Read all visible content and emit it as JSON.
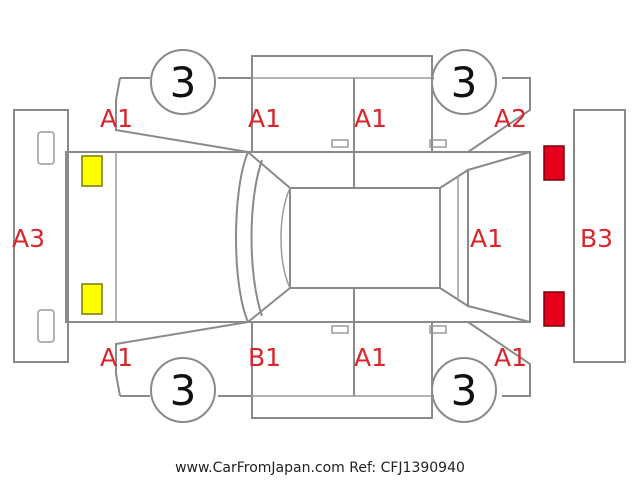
{
  "diagram": {
    "footer_text": "www.CarFromJapan.com Ref: CFJ1390940",
    "colors": {
      "code_text": "#d8262b",
      "outline": "#8a8a8a",
      "front_lamp_marker": "#ffff00",
      "rear_lamp_marker": "#e5001b"
    },
    "tires": {
      "front_left": "3",
      "rear_left": "3",
      "front_right": "3",
      "rear_right": "3"
    },
    "codes": {
      "top_front_fender": "A1",
      "top_front_door": "A1",
      "top_rear_door": "A1",
      "top_rear_fender": "A2",
      "front_bumper": "A3",
      "roof": "A1",
      "rear_bumper": "B3",
      "bottom_front_fender": "A1",
      "bottom_front_door": "B1",
      "bottom_rear_door": "A1",
      "bottom_rear_fender": "A1"
    }
  }
}
